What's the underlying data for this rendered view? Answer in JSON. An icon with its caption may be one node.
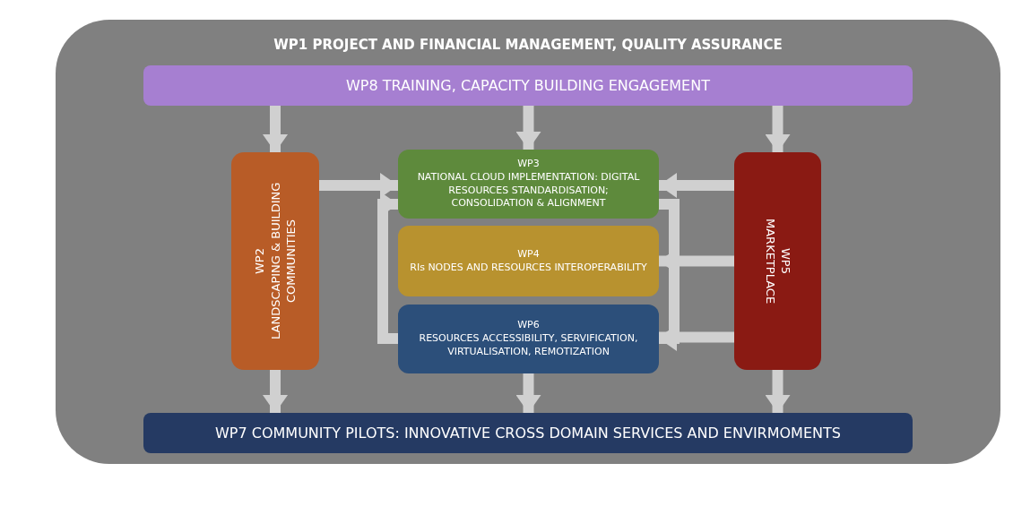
{
  "diagram": {
    "nodes": [
      {
        "text": [
          "WP1 PROJECT AND FINANCIAL MANAGEMENT, QUALITY ASSURANCE"
        ]
      },
      {
        "text": [
          "WP8 TRAINING, CAPACITY BUILDING ENGAGEMENT"
        ],
        "in": 0
      },
      {
        "text": [
          "WP2",
          "LANDSCAPING & BUILDING COMMUNITIES"
        ],
        "in": 0
      },
      {
        "text": [
          "WP3",
          "NATIONAL CLOUD IMPLEMENTATION: DIGITAL RESOURCES STANDARDISATION; CONSOLIDATION & ALIGNMENT"
        ],
        "in": 0
      },
      {
        "text": [
          "WP4",
          "RIs NODES AND RESOURCES INTEROPERABILITY"
        ],
        "in": 0
      },
      {
        "text": [
          "WP6",
          "RESOURCES ACCESSIBILITY, SERVIFICATION, VIRTUALISATION, REMOTIZATION"
        ],
        "in": 0
      },
      {
        "text": [
          "WP5",
          "MARKETPLACE"
        ],
        "in": 0
      },
      {
        "text": [
          "WP7 COMMUNITY PILOTS: INNOVATIVE CROSS DOMAIN SERVICES AND ENVIRMOMENTS"
        ],
        "in": 0
      }
    ],
    "edges": [
      {
        "from": 1,
        "to": 2,
        "arrow": "to"
      },
      {
        "from": 1,
        "to": 3,
        "arrow": "to"
      },
      {
        "from": 1,
        "to": 6,
        "arrow": "to"
      },
      {
        "from": 2,
        "to": 3,
        "arrow": "to"
      },
      {
        "from": 5,
        "to": 3,
        "arrow": "to"
      },
      {
        "from": 3,
        "to": 5,
        "arrow": "to"
      },
      {
        "from": 6,
        "to": 3,
        "arrow": "to"
      },
      {
        "from": 6,
        "to": 4,
        "arrow": "to"
      },
      {
        "from": 6,
        "to": 5,
        "arrow": "to"
      },
      {
        "from": 2,
        "to": 7,
        "arrow": "to"
      },
      {
        "from": 5,
        "to": 7,
        "arrow": "to"
      },
      {
        "from": 6,
        "to": 7,
        "arrow": "to"
      }
    ]
  }
}
